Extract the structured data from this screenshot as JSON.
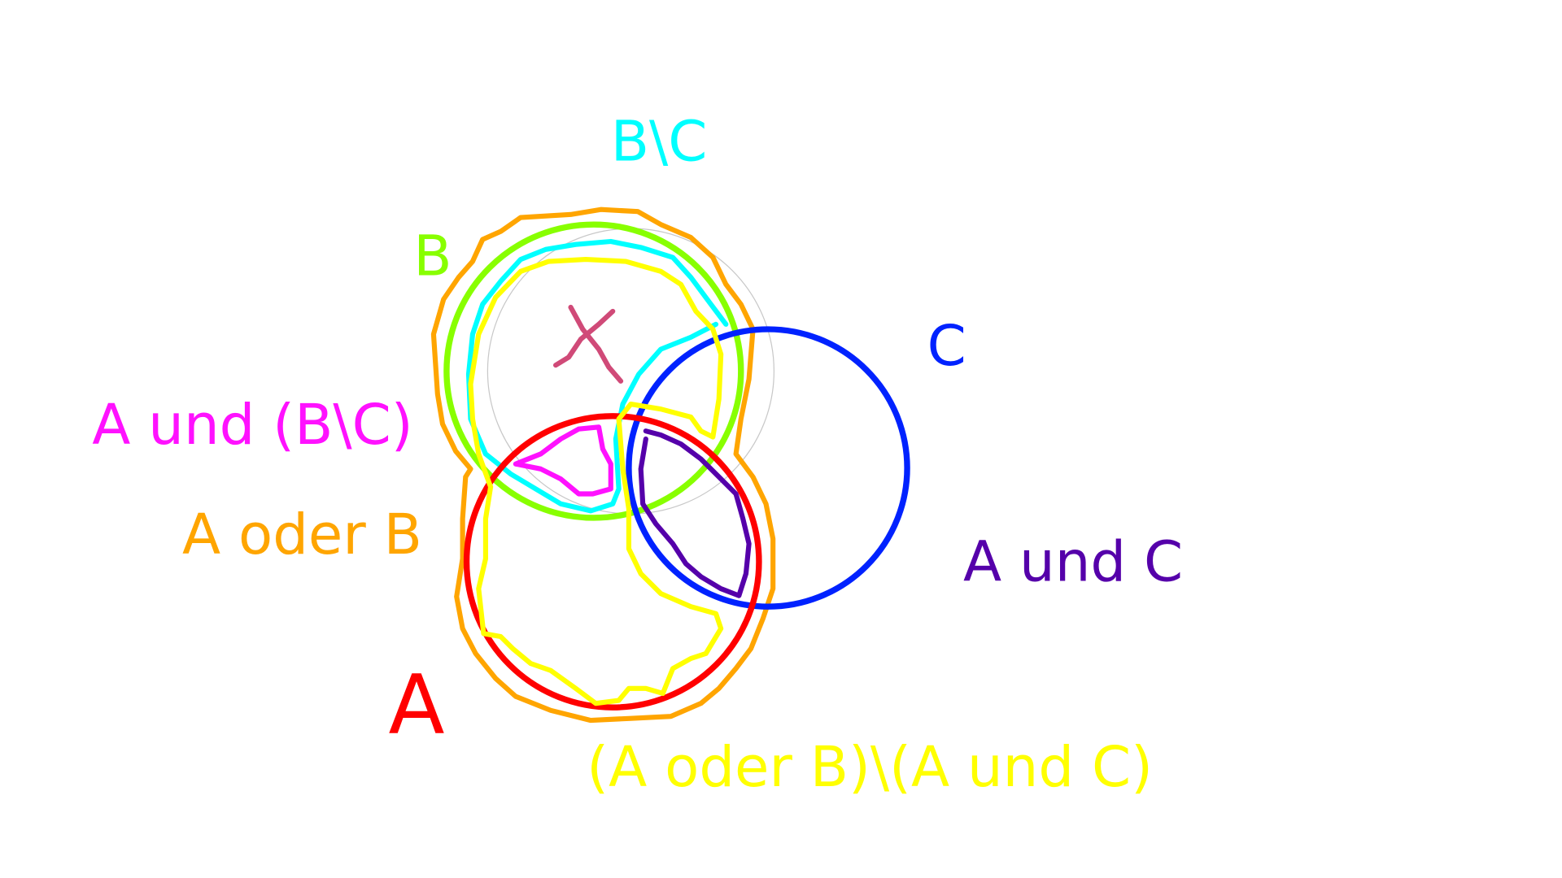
{
  "labels": {
    "b_minus_c": "B\\C",
    "b": "B",
    "c": "C",
    "a_and_b_minus_c": "A und (B\\C)",
    "a_or_b": "A oder B",
    "a_and_c": "A und C",
    "a": "A",
    "a_or_b_minus_a_and_c": "(A oder B)\\(A und C)",
    "x_mark": "X"
  },
  "colors": {
    "a": "#ff0000",
    "b": "#88ff00",
    "c": "#0022ff",
    "b_minus_c": "#00ffff",
    "a_and_b_minus_c": "#ff11ff",
    "a_or_b": "#ffa500",
    "a_and_c": "#5500aa",
    "a_or_b_minus_a_and_c": "#ffff00",
    "x_mark": "#d04a78"
  }
}
